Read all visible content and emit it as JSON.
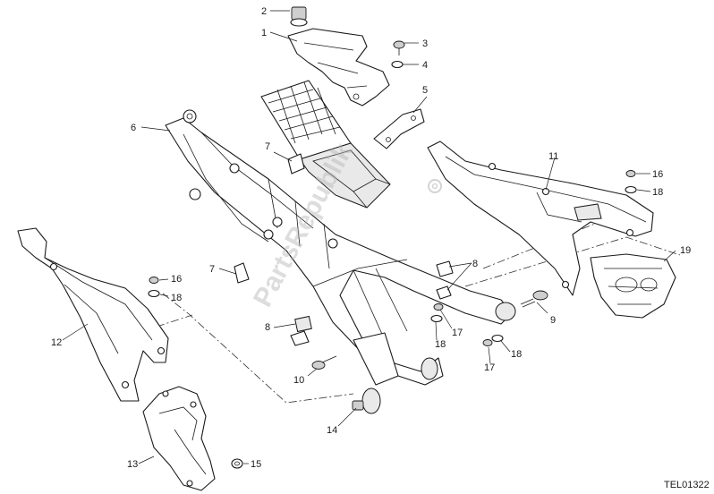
{
  "drawing_code": "TEL01322",
  "watermark": "PartsRepublik",
  "callouts": [
    "1",
    "2",
    "3",
    "4",
    "5",
    "6",
    "7",
    "7",
    "8",
    "8",
    "9",
    "10",
    "11",
    "12",
    "13",
    "14",
    "15",
    "16",
    "16",
    "17",
    "17",
    "18",
    "18",
    "18",
    "18",
    "19"
  ]
}
